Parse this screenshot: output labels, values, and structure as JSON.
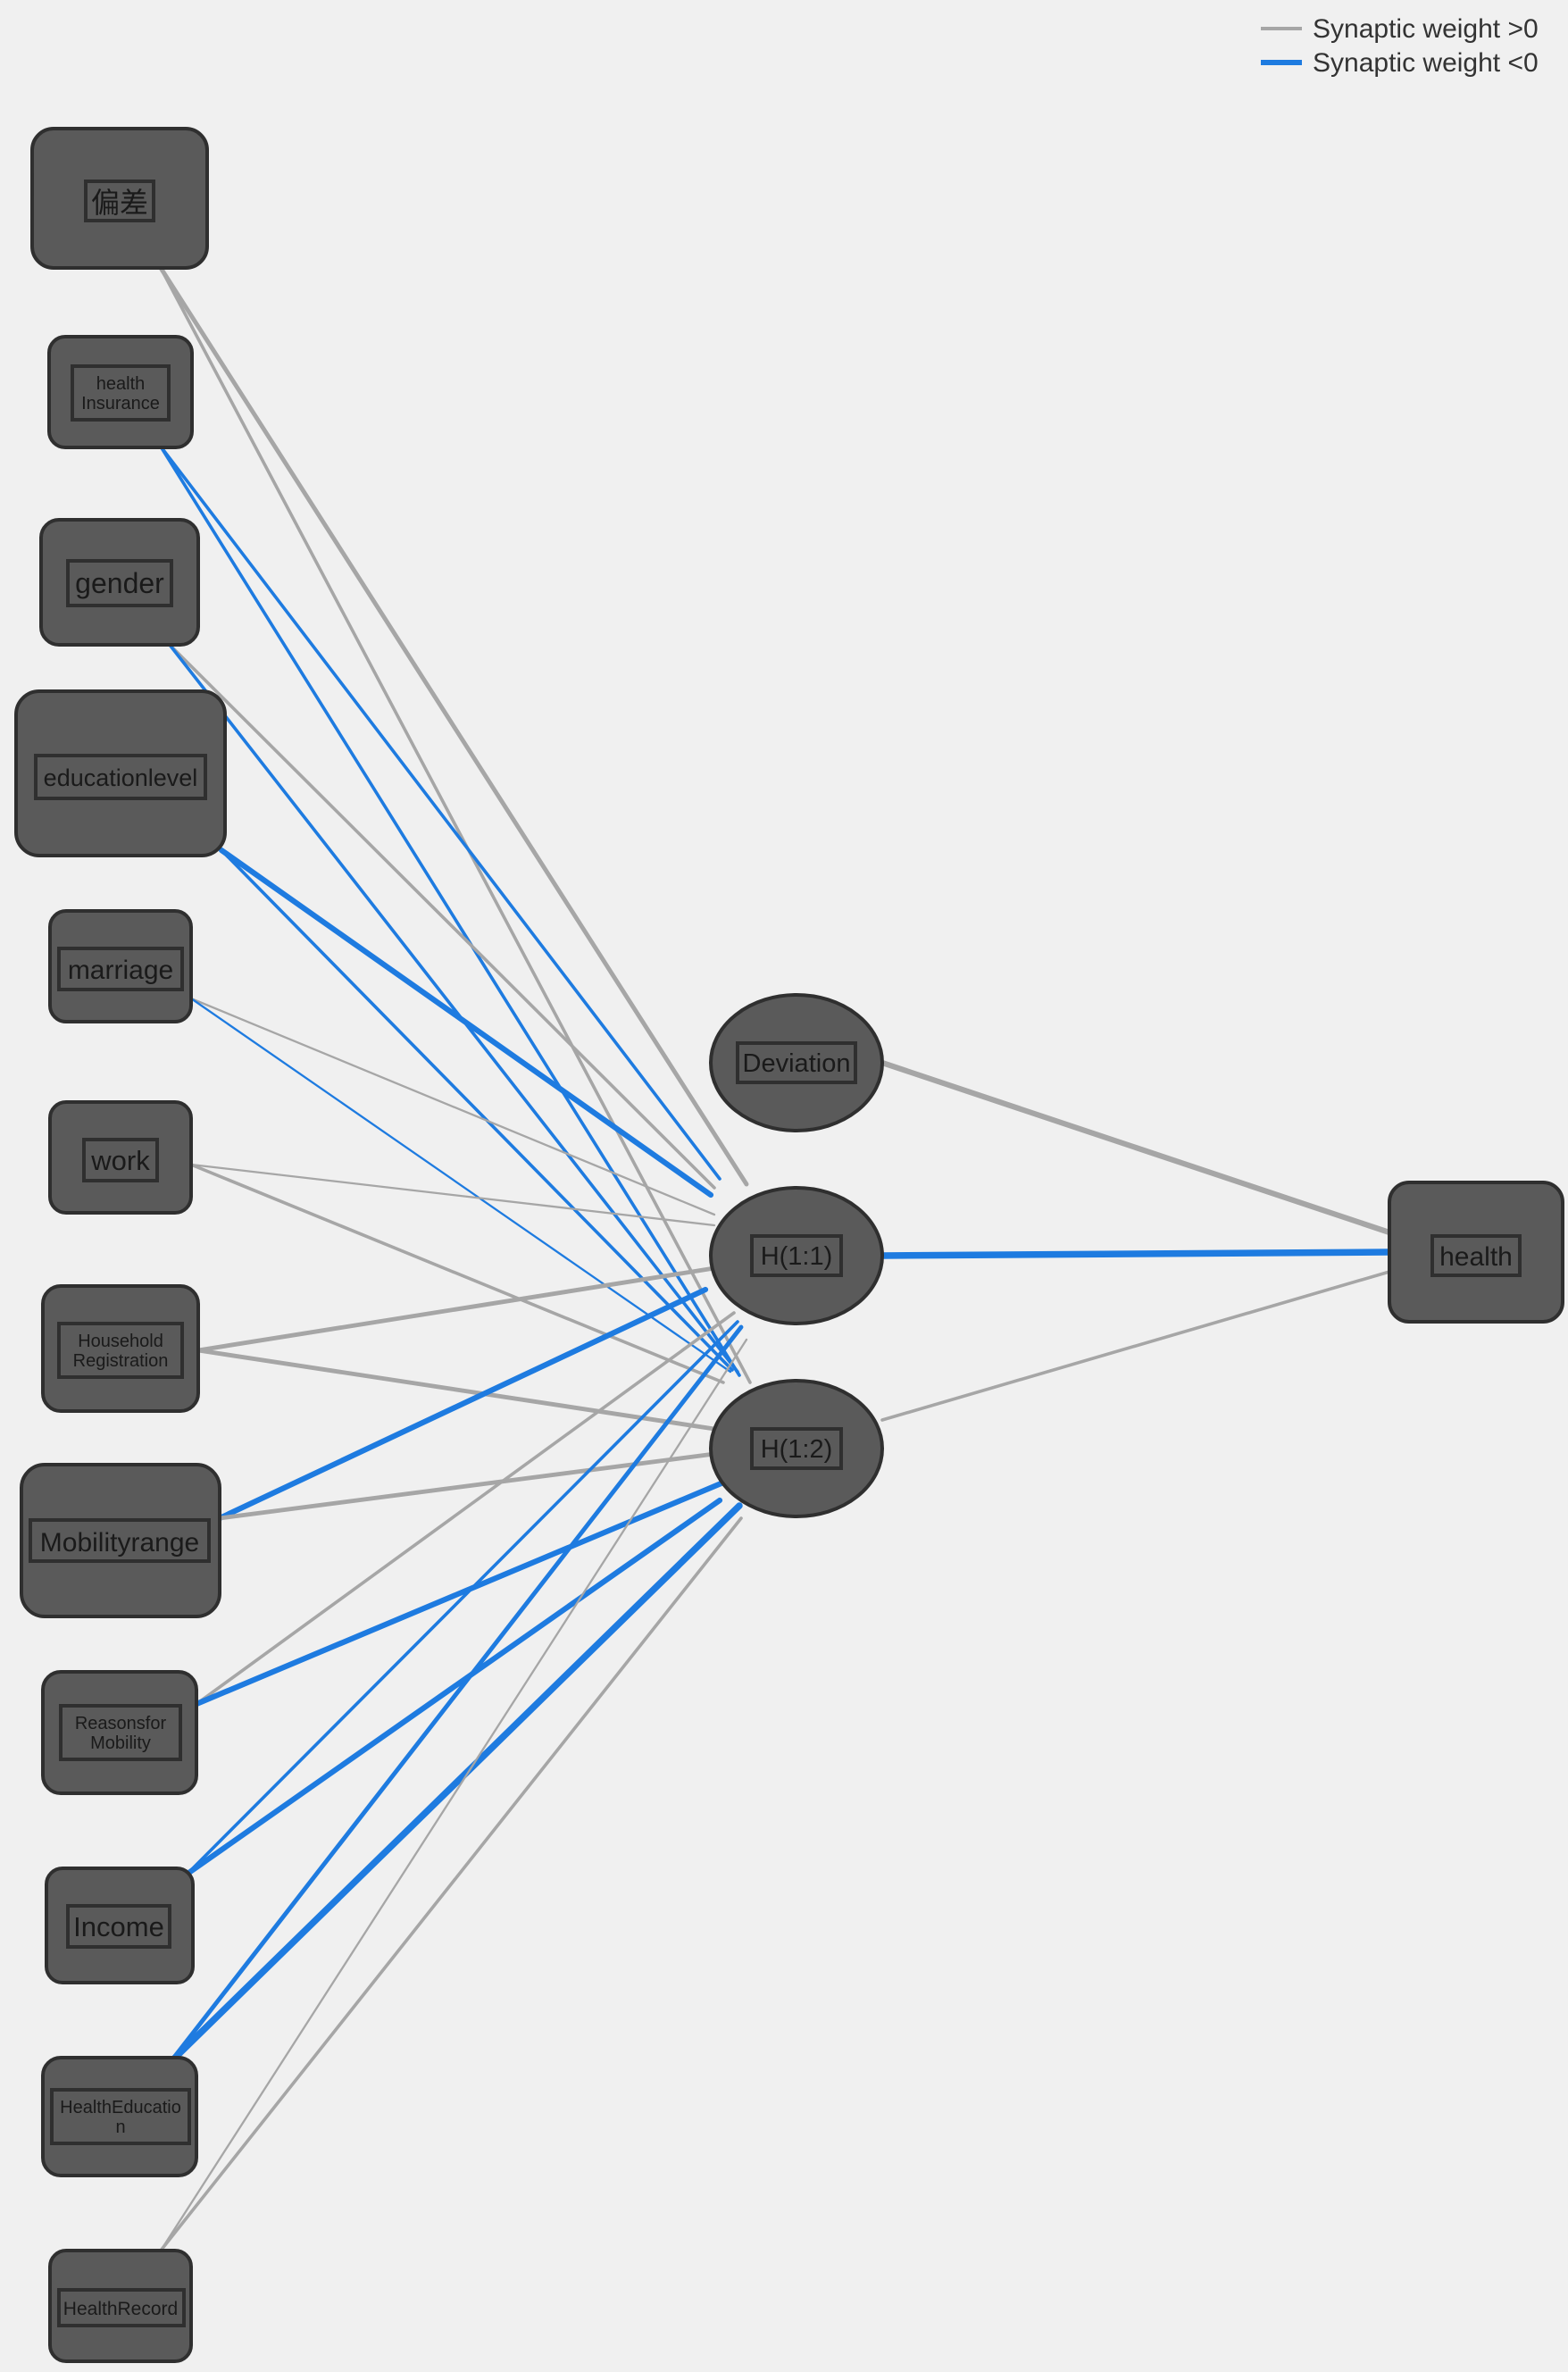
{
  "legend": {
    "positive_label": "Synaptic weight >0",
    "negative_label": "Synaptic weight <0",
    "positive_color": "#a6a6a6",
    "negative_color": "#1e7be0"
  },
  "input_layer": [
    {
      "id": "in0",
      "label": "偏差"
    },
    {
      "id": "in1",
      "label": "health Insurance"
    },
    {
      "id": "in2",
      "label": "gender"
    },
    {
      "id": "in3",
      "label": "educationlevel"
    },
    {
      "id": "in4",
      "label": "marriage"
    },
    {
      "id": "in5",
      "label": "work"
    },
    {
      "id": "in6",
      "label": "Household Registration"
    },
    {
      "id": "in7",
      "label": "Mobilityrange"
    },
    {
      "id": "in8",
      "label": "Reasonsfor Mobility"
    },
    {
      "id": "in9",
      "label": "Income"
    },
    {
      "id": "in10",
      "label": "HealthEducation"
    },
    {
      "id": "in11",
      "label": "HealthRecord"
    }
  ],
  "hidden_layer": [
    {
      "id": "dev",
      "label": "Deviation"
    },
    {
      "id": "h1",
      "label": "H(1:1)"
    },
    {
      "id": "h2",
      "label": "H(1:2)"
    }
  ],
  "output_layer": [
    {
      "id": "out",
      "label": "health"
    }
  ],
  "connections": [
    {
      "from": "in0",
      "to": "h1",
      "sign": "positive",
      "strength": 3
    },
    {
      "from": "in0",
      "to": "h2",
      "sign": "positive",
      "strength": 2
    },
    {
      "from": "in1",
      "to": "h1",
      "sign": "negative",
      "strength": 2
    },
    {
      "from": "in1",
      "to": "h2",
      "sign": "negative",
      "strength": 2
    },
    {
      "from": "in2",
      "to": "h1",
      "sign": "positive",
      "strength": 2
    },
    {
      "from": "in2",
      "to": "h2",
      "sign": "negative",
      "strength": 2
    },
    {
      "from": "in3",
      "to": "h1",
      "sign": "negative",
      "strength": 4
    },
    {
      "from": "in3",
      "to": "h2",
      "sign": "negative",
      "strength": 2
    },
    {
      "from": "in4",
      "to": "h1",
      "sign": "positive",
      "strength": 1
    },
    {
      "from": "in4",
      "to": "h2",
      "sign": "negative",
      "strength": 1
    },
    {
      "from": "in5",
      "to": "h1",
      "sign": "positive",
      "strength": 1
    },
    {
      "from": "in5",
      "to": "h2",
      "sign": "positive",
      "strength": 2
    },
    {
      "from": "in6",
      "to": "h1",
      "sign": "positive",
      "strength": 3
    },
    {
      "from": "in6",
      "to": "h2",
      "sign": "positive",
      "strength": 3
    },
    {
      "from": "in7",
      "to": "h1",
      "sign": "negative",
      "strength": 4
    },
    {
      "from": "in7",
      "to": "h2",
      "sign": "positive",
      "strength": 3
    },
    {
      "from": "in8",
      "to": "h1",
      "sign": "positive",
      "strength": 2
    },
    {
      "from": "in8",
      "to": "h2",
      "sign": "negative",
      "strength": 4
    },
    {
      "from": "in9",
      "to": "h1",
      "sign": "negative",
      "strength": 2
    },
    {
      "from": "in9",
      "to": "h2",
      "sign": "negative",
      "strength": 4
    },
    {
      "from": "in10",
      "to": "h1",
      "sign": "negative",
      "strength": 3
    },
    {
      "from": "in10",
      "to": "h2",
      "sign": "negative",
      "strength": 5
    },
    {
      "from": "in11",
      "to": "h1",
      "sign": "positive",
      "strength": 1
    },
    {
      "from": "in11",
      "to": "h2",
      "sign": "positive",
      "strength": 2
    },
    {
      "from": "dev",
      "to": "out",
      "sign": "positive",
      "strength": 4
    },
    {
      "from": "h1",
      "to": "out",
      "sign": "negative",
      "strength": 5
    },
    {
      "from": "h2",
      "to": "out",
      "sign": "positive",
      "strength": 2
    }
  ]
}
